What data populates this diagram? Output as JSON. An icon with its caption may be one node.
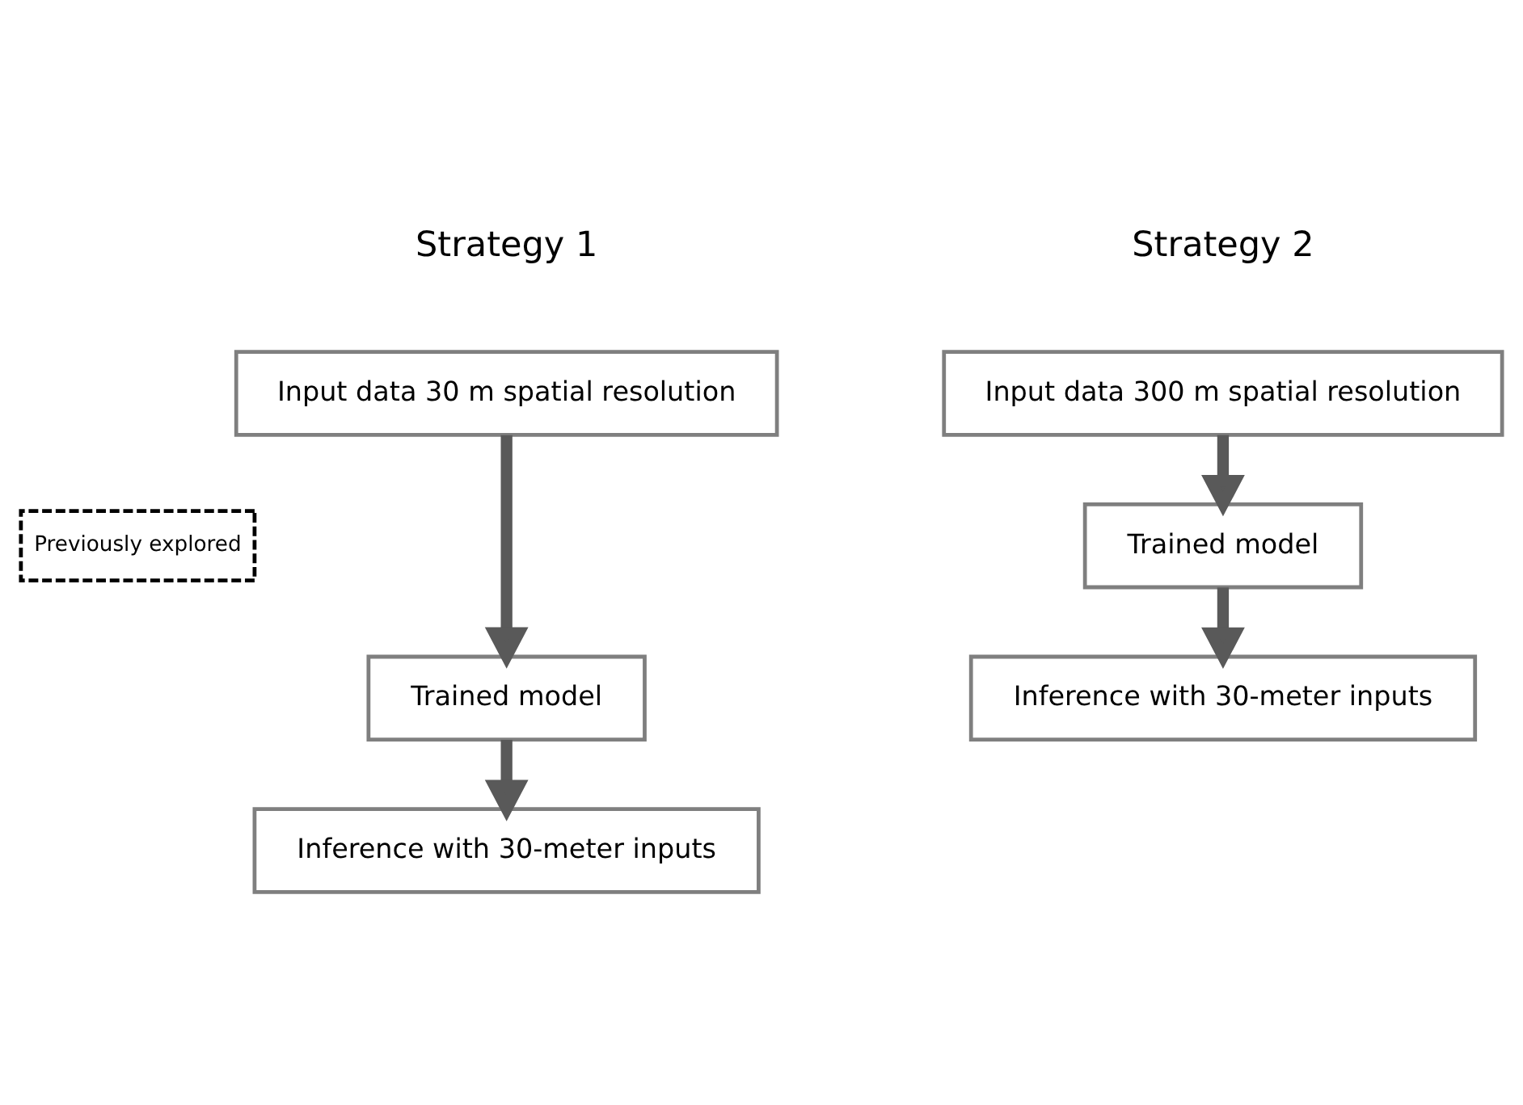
{
  "diagram": {
    "nodes": [
      {
        "text": [
          "Input data 30 m spatial resolution"
        ]
      },
      {
        "text": [
          "Previously explored"
        ]
      },
      {
        "text": [
          "Trained model"
        ]
      },
      {
        "text": [
          "Inference with 30-meter inputs"
        ]
      },
      {
        "text": [
          "Input data 300 m spatial resolution"
        ]
      },
      {
        "text": [
          "Trained model"
        ]
      },
      {
        "text": [
          "Inference with 30-meter inputs"
        ]
      }
    ],
    "edges": [
      {
        "from": 0,
        "to": 2,
        "arrow": "to"
      },
      {
        "from": 2,
        "to": 3,
        "arrow": "to"
      },
      {
        "from": 4,
        "to": 5,
        "arrow": "to"
      },
      {
        "from": 5,
        "to": 6,
        "arrow": "to"
      }
    ],
    "labels": [
      "Strategy 1",
      "Strategy 2"
    ]
  }
}
